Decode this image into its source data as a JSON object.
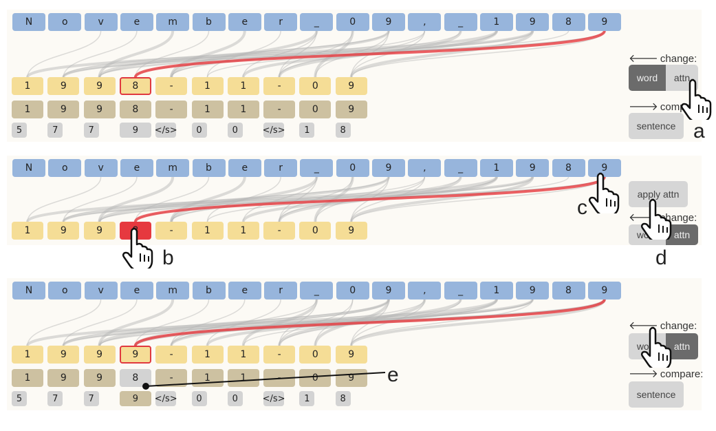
{
  "source_tokens": [
    "N",
    "o",
    "v",
    "e",
    "m",
    "b",
    "e",
    "r",
    "_",
    "0",
    "9",
    ",",
    "_",
    "1",
    "9",
    "8",
    "9"
  ],
  "panel_a": {
    "output": [
      "1",
      "9",
      "9",
      "8",
      "-",
      "1",
      "1",
      "-",
      "0",
      "9"
    ],
    "compare": [
      "1",
      "9",
      "9",
      "8",
      "-",
      "1",
      "1",
      "-",
      "0",
      "9"
    ],
    "alternatives": [
      "5",
      "7",
      "7",
      "9",
      "</s>",
      "0",
      "0",
      "</s>",
      "1",
      "8"
    ],
    "change_label": "change:",
    "word_label": "word",
    "attn_label": "attn",
    "compare_label": "compare:",
    "sentence_label": "sentence",
    "letter": "a"
  },
  "panel_b": {
    "output": [
      "1",
      "9",
      "9",
      "8",
      "-",
      "1",
      "1",
      "-",
      "0",
      "9"
    ],
    "apply_label": "apply attn",
    "change_label": "change:",
    "word_label": "word",
    "attn_label": "attn",
    "letter_b": "b",
    "letter_c": "c",
    "letter_d": "d"
  },
  "panel_c": {
    "output": [
      "1",
      "9",
      "9",
      "9",
      "-",
      "1",
      "1",
      "-",
      "0",
      "9"
    ],
    "compare": [
      "1",
      "9",
      "9",
      "8",
      "-",
      "1",
      "1",
      "-",
      "0",
      "9"
    ],
    "alternatives": [
      "5",
      "7",
      "7",
      "9",
      "</s>",
      "0",
      "0",
      "</s>",
      "1",
      "8"
    ],
    "change_label": "change:",
    "word_label": "word",
    "attn_label": "attn",
    "compare_label": "compare:",
    "sentence_label": "sentence",
    "letter": "e"
  },
  "colors": {
    "source": "#97b5dc",
    "output": "#f5dd96",
    "compare": "#cdc1a1",
    "highlight": "#e6393f",
    "button_dark": "#6b6b6b",
    "button_light": "#d6d6d6"
  }
}
